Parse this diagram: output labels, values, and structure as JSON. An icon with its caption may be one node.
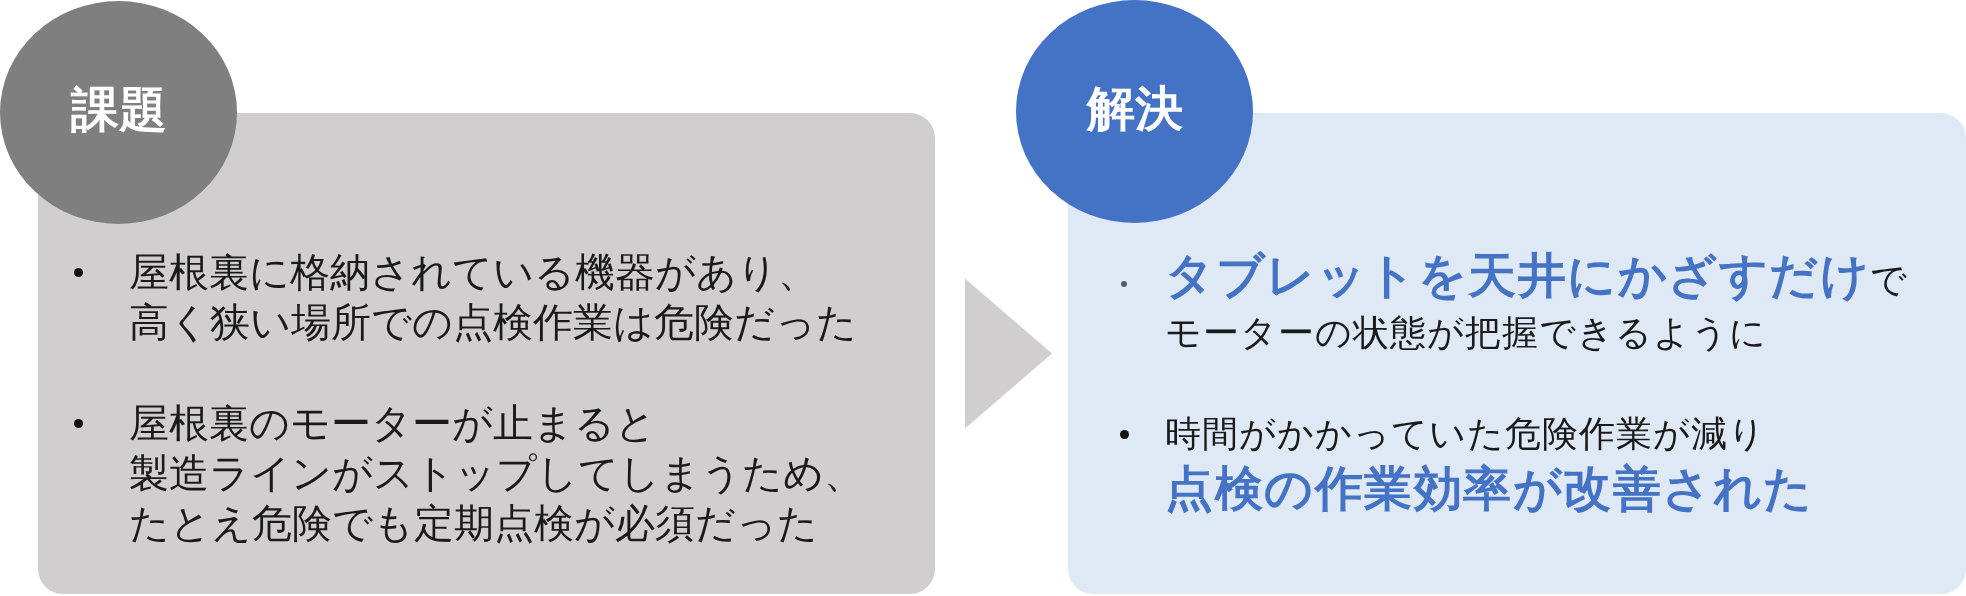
{
  "diagram": {
    "nodes": [
      {
        "text": [
          "課題"
        ]
      },
      {
        "text": [
          "屋根裏に格納されている機器があり、高く狭い場所での点検作業は危険だった",
          "屋根裏のモーターが止まると製造ラインがストップしてしまうため、たとえ危険でも定期点検が必須だった"
        ]
      },
      {
        "text": [
          "解決"
        ]
      },
      {
        "text": [
          "**タブレットを天井にかざすだけ**でモーターの状態が把握できるように",
          "時間がかかっていた危険作業が減り**点検の作業効率が改善された**"
        ]
      }
    ],
    "edges": [
      {
        "from": 1,
        "to": 3,
        "arrow": "to"
      }
    ]
  }
}
